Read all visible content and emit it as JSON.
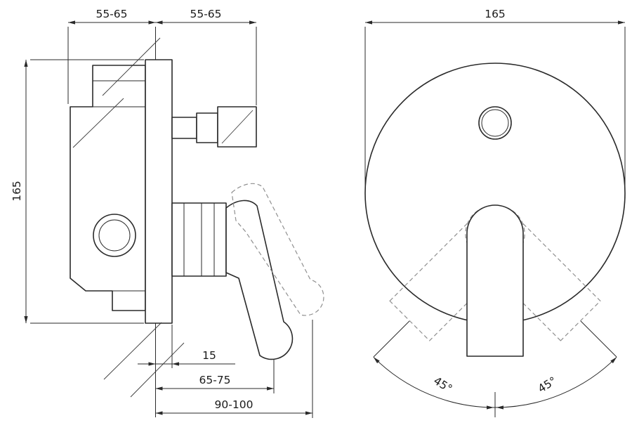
{
  "drawing": {
    "side_view": {
      "dim_top_left": "55-65",
      "dim_top_right": "55-65",
      "dim_height": "165",
      "dim_plate_offset": "15",
      "dim_handle_reach_min": "65-75",
      "dim_handle_reach_max": "90-100"
    },
    "front_view": {
      "dim_plate_diameter": "165",
      "dim_swing_left": "45°",
      "dim_swing_right": "45°"
    },
    "colors": {
      "line": "#2a2a2a",
      "phantom": "#909090",
      "background": "#ffffff"
    }
  }
}
